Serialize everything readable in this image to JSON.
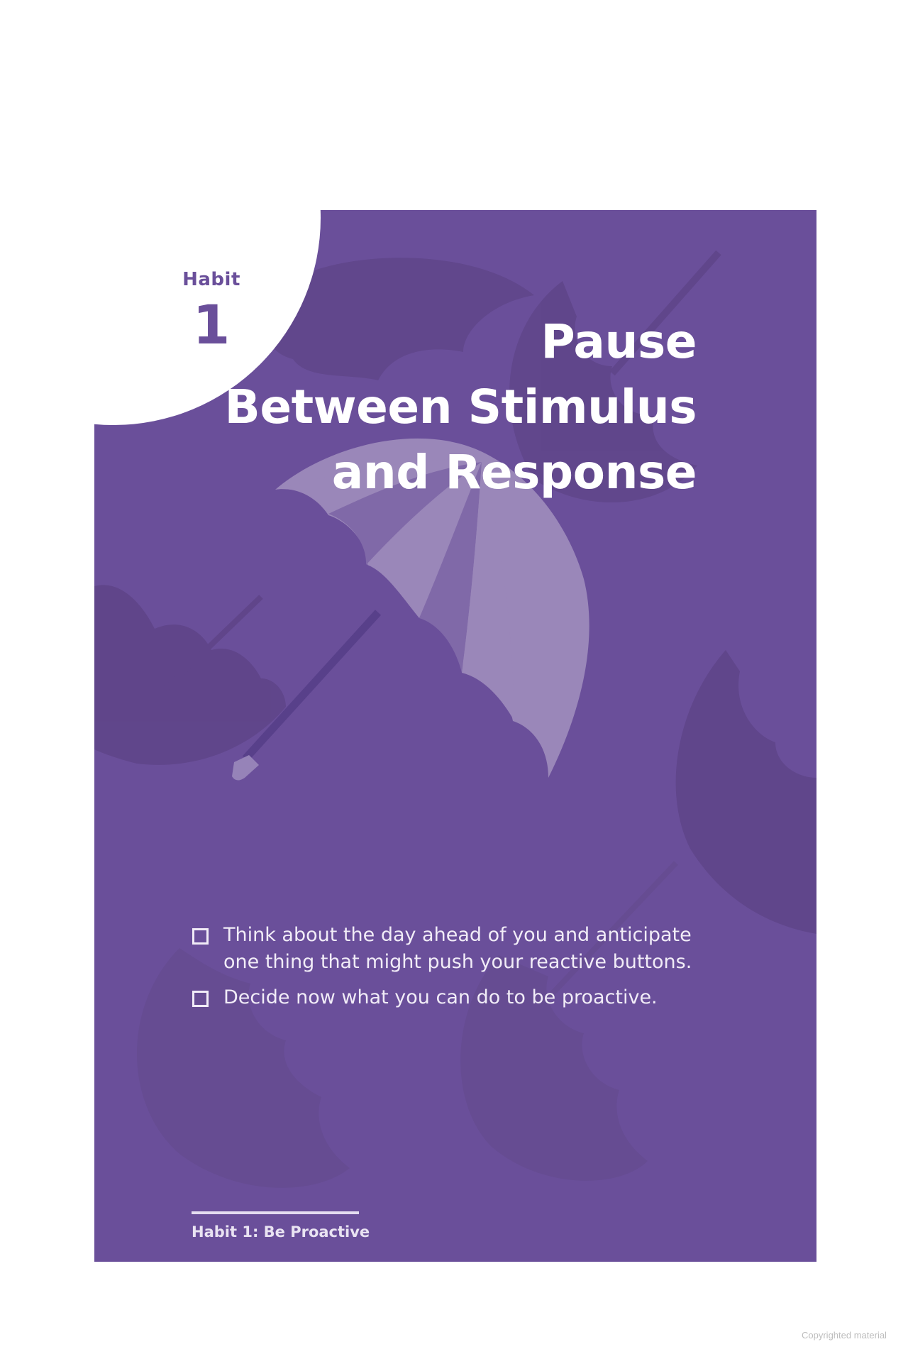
{
  "page": {
    "corner_badge": {
      "label": "Habit",
      "number": "1"
    },
    "title_lines": [
      "Pause",
      "Between Stimulus",
      "and Response"
    ],
    "checklist": [
      {
        "text": "Think about the day ahead of you and anticipate one thing that might push your reactive buttons.",
        "checked": false
      },
      {
        "text": "Decide now what you can do to be proactive.",
        "checked": false
      }
    ],
    "footer": "Habit 1: Be Proactive",
    "illustration": "umbrella-icon"
  },
  "copyright": "Copyrighted material",
  "colors": {
    "card_bg": "#6a4f9a",
    "umbrella_light": "#9a87b9",
    "umbrella_mid": "#8069a8",
    "umbrella_shadow": "#5e4688",
    "text": "#ffffff"
  }
}
